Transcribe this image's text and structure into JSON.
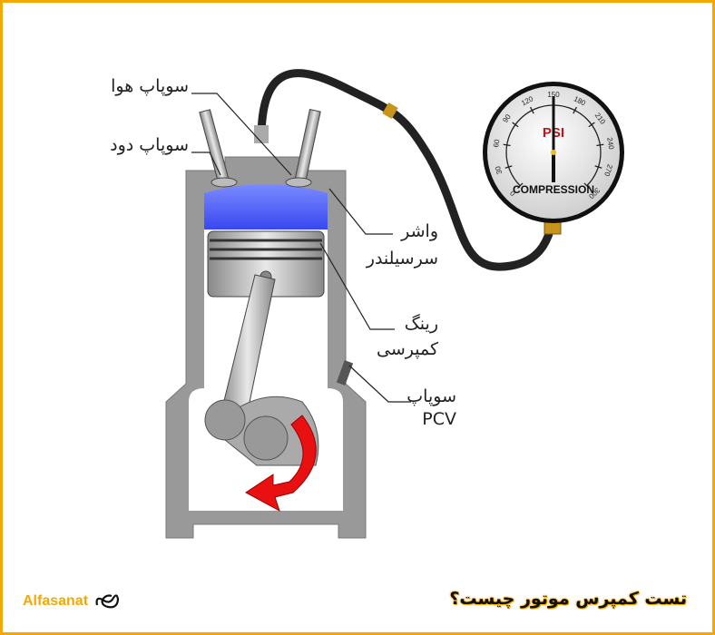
{
  "labels": {
    "intake_valve": "سوپاپ هوا",
    "exhaust_valve": "سوپاپ دود",
    "head_gasket_1": "واشر",
    "head_gasket_2": "سرسیلندر",
    "compression_ring_1": "رینگ",
    "compression_ring_2": "کمپرسی",
    "pcv_valve_1": "سوپاپ",
    "pcv_valve_2": "PCV"
  },
  "gauge": {
    "unit": "PSI",
    "caption": "COMPRESSION",
    "ticks": [
      "0",
      "30",
      "60",
      "90",
      "120",
      "150",
      "180",
      "210",
      "240",
      "270",
      "300"
    ],
    "reading": 150,
    "max": 300
  },
  "footer": {
    "title": "تست کمپرس موتور چیست؟",
    "brand": "Alfasanat"
  },
  "colors": {
    "border": "#f5a800",
    "chamber": "#5a6cff",
    "arrow": "#e81010",
    "unit": "#c0141e"
  }
}
